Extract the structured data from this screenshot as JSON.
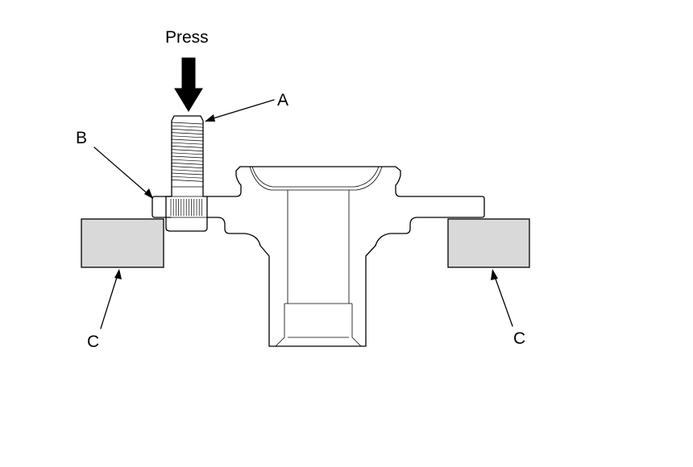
{
  "labels": {
    "press": "Press",
    "a": "A",
    "b": "B",
    "c_left": "C",
    "c_right": "C"
  },
  "colors": {
    "line": "#000000",
    "support_block_fill": "#d9d9d9",
    "background": "#ffffff"
  },
  "icons": {
    "press_arrow": "arrow-down-icon"
  }
}
